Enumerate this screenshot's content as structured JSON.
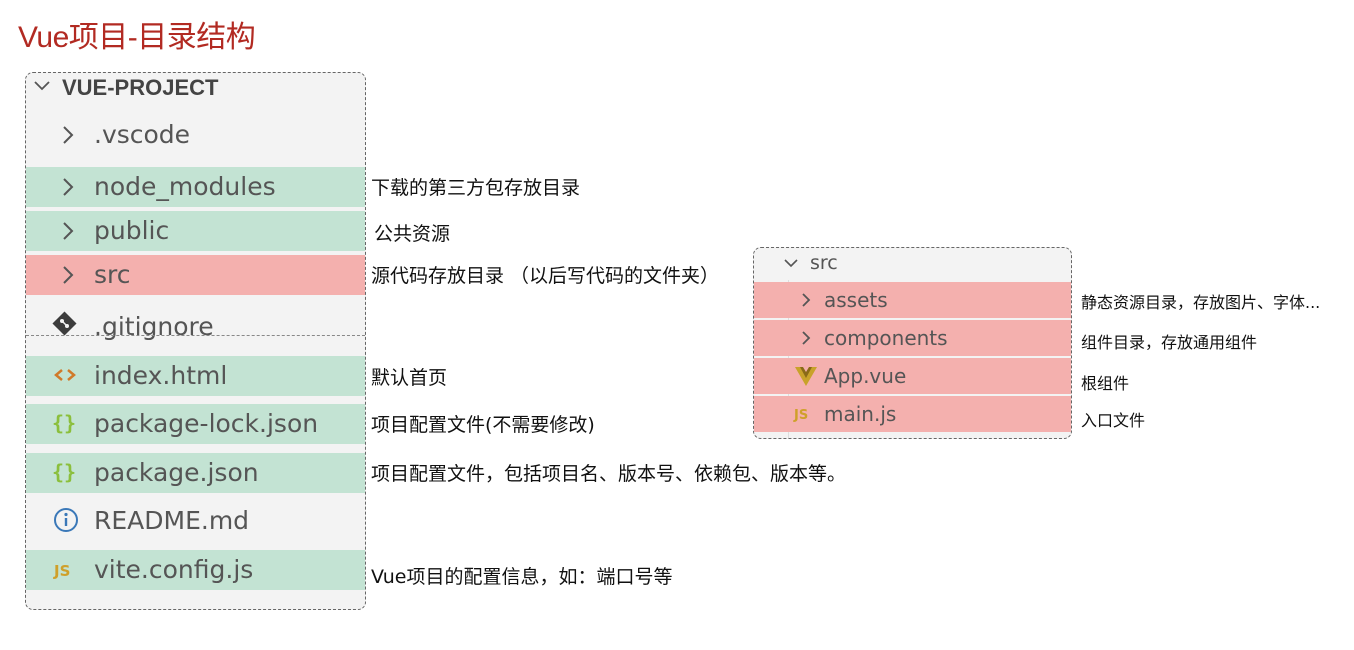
{
  "title": "Vue项目-目录结构",
  "explorer": {
    "root": "VUE-PROJECT",
    "items": [
      {
        "name": ".vscode",
        "icon": "chevron-right-icon",
        "highlight": "none"
      },
      {
        "name": "node_modules",
        "icon": "chevron-right-icon",
        "highlight": "green"
      },
      {
        "name": "public",
        "icon": "chevron-right-icon",
        "highlight": "green"
      },
      {
        "name": "src",
        "icon": "chevron-right-icon",
        "highlight": "red"
      },
      {
        "name": ".gitignore",
        "icon": "git-icon",
        "highlight": "none"
      },
      {
        "name": "index.html",
        "icon": "html-icon",
        "highlight": "green"
      },
      {
        "name": "package-lock.json",
        "icon": "json-icon",
        "highlight": "green"
      },
      {
        "name": "package.json",
        "icon": "json-icon",
        "highlight": "green"
      },
      {
        "name": "README.md",
        "icon": "info-icon",
        "highlight": "none"
      },
      {
        "name": "vite.config.js",
        "icon": "js-icon",
        "highlight": "green"
      }
    ]
  },
  "annotations": {
    "node_modules": "下载的第三方包存放目录",
    "public": "公共资源",
    "src": "源代码存放目录 （以后写代码的文件夹）",
    "index_html": "默认首页",
    "package_lock": "项目配置文件(不需要修改)",
    "package_json": "项目配置文件，包括项目名、版本号、依赖包、版本等。",
    "vite_config": "Vue项目的配置信息，如：端口号等"
  },
  "src_panel": {
    "root": "src",
    "items": [
      {
        "name": "assets",
        "icon": "chevron-right-icon",
        "note": "静态资源目录，存放图片、字体..."
      },
      {
        "name": "components",
        "icon": "chevron-right-icon",
        "note": "组件目录，存放通用组件"
      },
      {
        "name": "App.vue",
        "icon": "vue-icon",
        "note": "根组件"
      },
      {
        "name": "main.js",
        "icon": "js-icon",
        "note": "入口文件"
      }
    ]
  },
  "colors": {
    "title": "#b22a22",
    "green_highlight": "#c3e3d3",
    "red_highlight": "#f4b0ae",
    "panel_bg": "#f3f3f3",
    "json_icon": "#8bbf3c",
    "vue_icon": "#c8a22a",
    "js_icon": "#cfa02a",
    "html_icon": "#d07a2a",
    "info_icon": "#3a78b8"
  },
  "js_badge": "JS"
}
